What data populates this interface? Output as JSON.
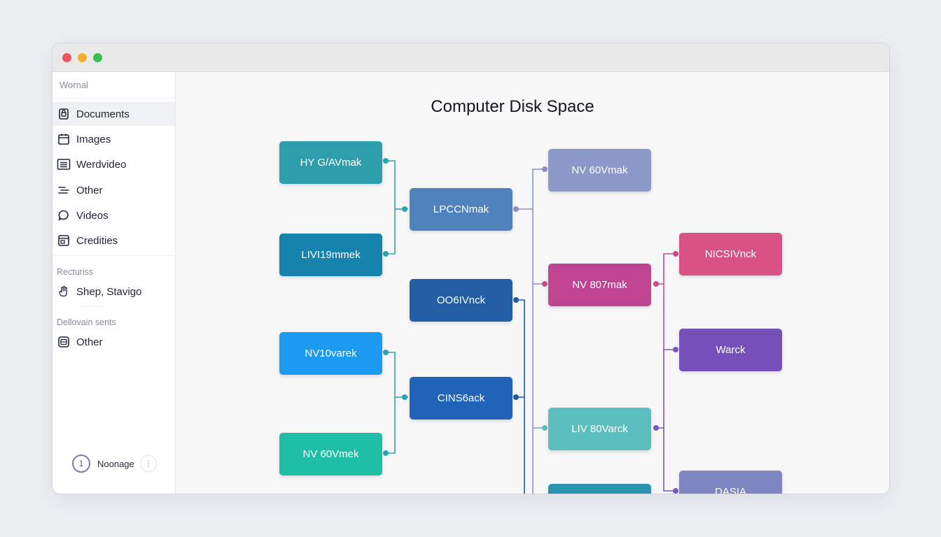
{
  "window": {
    "controls": [
      "close",
      "minimize",
      "maximize"
    ]
  },
  "sidebar": {
    "header": "Wornal",
    "items": [
      {
        "label": "Documents",
        "icon": "document-lock-icon",
        "active": true
      },
      {
        "label": "Images",
        "icon": "image-folder-icon"
      },
      {
        "label": "Werdvideo",
        "icon": "list-box-icon"
      },
      {
        "label": "Other",
        "icon": "lines-icon"
      },
      {
        "label": "Videos",
        "icon": "chat-bubble-icon"
      },
      {
        "label": "Credities",
        "icon": "calendar-box-icon"
      }
    ],
    "section1": {
      "title": "Recturiss",
      "items": [
        {
          "label": "Shep, Stavigo",
          "icon": "hand-icon"
        }
      ]
    },
    "section2": {
      "title": "Dellovain sents",
      "items": [
        {
          "label": "Other",
          "icon": "storage-box-icon"
        }
      ]
    },
    "footer": {
      "badge": "1",
      "name": "Noonage",
      "more": "⋮"
    }
  },
  "diagram": {
    "title": "Computer Disk Space",
    "nodes": [
      {
        "id": "n1",
        "label": "HY G/AVmak",
        "color": "#2f9eac"
      },
      {
        "id": "n2",
        "label": "LIVI19mmek",
        "color": "#1583ac"
      },
      {
        "id": "n3",
        "label": "NV10varek",
        "color": "#1a9bf0"
      },
      {
        "id": "n4",
        "label": "NV 60Vmek",
        "color": "#1ebea7"
      },
      {
        "id": "n5",
        "label": "LPCCNmak",
        "color": "#5083be"
      },
      {
        "id": "n6",
        "label": "OO6IVnck",
        "color": "#235da3"
      },
      {
        "id": "n7",
        "label": "CINS6ack",
        "color": "#2064ba"
      },
      {
        "id": "n8",
        "label": "NV 60Vmak",
        "color": "#8c99c8"
      },
      {
        "id": "n9",
        "label": "NV 807mak",
        "color": "#bf4492"
      },
      {
        "id": "n10",
        "label": "LIV 80Varck",
        "color": "#5cbfbf"
      },
      {
        "id": "n11",
        "label": "",
        "color": "#2a93b0"
      },
      {
        "id": "n12",
        "label": "NICSIVnck",
        "color": "#d85284"
      },
      {
        "id": "n13",
        "label": "Warck",
        "color": "#7450b8"
      },
      {
        "id": "n14",
        "label": "DASIA",
        "color": "#7f87c2"
      }
    ],
    "edge_colors": {
      "teal": "#2aa5ad",
      "gray_blue": "#8990c6",
      "navy": "#1f5ca6",
      "magenta": "#c84a8a",
      "purple": "#7a57bd"
    }
  }
}
